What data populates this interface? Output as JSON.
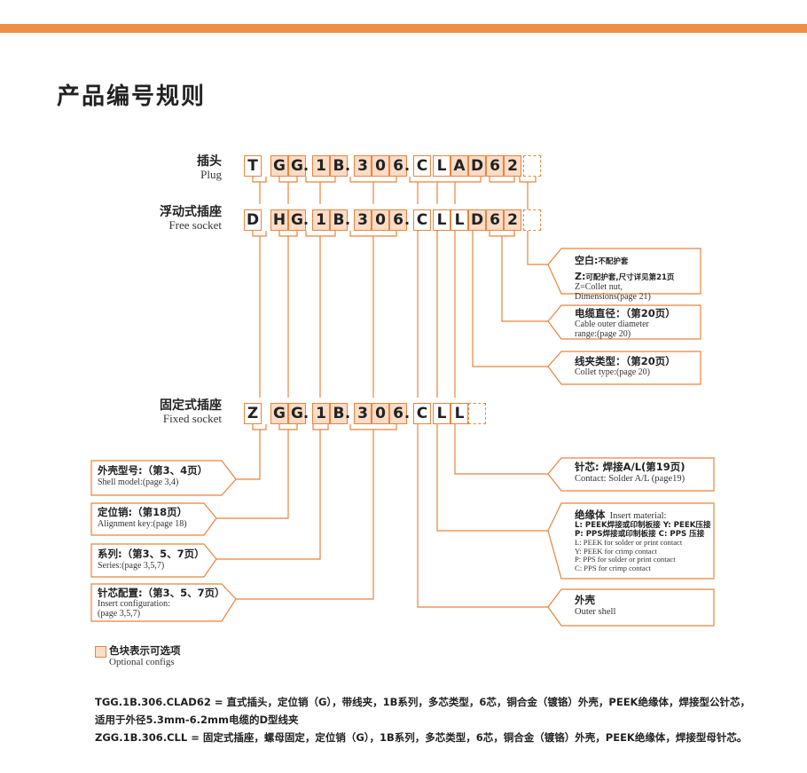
{
  "page": {
    "title": "产品编号规则",
    "accent": "#ee8f46",
    "optional_fill": "#fbdcc6"
  },
  "rows": {
    "plug": {
      "zh": "插头",
      "en": "Plug",
      "code": [
        "T",
        "G",
        "G",
        ".",
        "1",
        "B",
        ".",
        "3",
        "0",
        "6",
        ".",
        "C",
        "L",
        "A",
        "D",
        "6",
        "2",
        ""
      ]
    },
    "free": {
      "zh": "浮动式插座",
      "en": "Free socket",
      "code": [
        "D",
        "H",
        "G",
        ".",
        "1",
        "B",
        ".",
        "3",
        "0",
        "6",
        ".",
        "C",
        "L",
        "L",
        "D",
        "6",
        "2",
        ""
      ]
    },
    "fixed": {
      "zh": "固定式插座",
      "en": "Fixed socket",
      "code": [
        "Z",
        "G",
        "G",
        ".",
        "1",
        "B",
        ".",
        "3",
        "0",
        "6",
        ".",
        "C",
        "L",
        "L",
        ""
      ]
    }
  },
  "right_boxes": {
    "nut": {
      "zh_a": "空白:",
      "zh_a_small": "不配护套",
      "zh_b": "Z:",
      "zh_b_small": "可配护套,尺寸详见第21页",
      "en1": "Z=Collet nut,",
      "en2": "Dimensions(page 21)"
    },
    "cable": {
      "zh": "电缆直径：（第20页）",
      "en1": "Cable outer diameter",
      "en2": "range:(page 20)"
    },
    "collet": {
      "zh": "线夹类型：（第20页）",
      "en1": "Collet type:(page 20)"
    },
    "contact": {
      "zh": "针芯: 焊接A/L(第19页)",
      "en1": "Contact:  Solder A/L (page19)"
    },
    "insulator": {
      "zh": "绝缘体",
      "en_title": "Insert material:",
      "line1": "L: PEEK焊接或印制板接   Y: PEEK压接",
      "line2": "P: PPS焊接或印制板接     C: PPS 压接",
      "line3": "L: PEEK  for solder or print contact",
      "line4": "Y: PEEK  for crimp contact",
      "line5": "P: PPS  for solder or print contact",
      "line6": "C: PPS  for crimp contact"
    },
    "shell": {
      "zh": "外壳",
      "en1": "Outer shell"
    }
  },
  "left_boxes": {
    "shell_model": {
      "zh": "外壳型号:（第3、4页）",
      "en1": "Shell model:(page 3,4)"
    },
    "key": {
      "zh": "定位销:（第18页）",
      "en1": "Alignment key:(page 18)"
    },
    "series": {
      "zh": "系列:（第3、5、7页）",
      "en1": "Series:(page 3,5,7)"
    },
    "insert_cfg": {
      "zh": "针芯配置:（第3、5、7页）",
      "en1": "Insert configuration:",
      "en2": "(page 3,5,7)"
    }
  },
  "legend": {
    "zh": "色块表示可选项",
    "en": "Optional configs"
  },
  "notes": {
    "line1": "TGG.1B.306.CLAD62 = 直式插头，定位销（G），带线夹，1B系列，多芯类型，6芯，铜合金（镀铬）外壳，PEEK绝缘体，焊接型公针芯，",
    "line2": "适用于外径5.3mm-6.2mm电缆的D型线夹",
    "line3": "ZGG.1B.306.CLL = 固定式插座，螺母固定，定位销（G），1B系列，多芯类型，6芯，铜合金（镀铬）外壳，PEEK绝缘体，焊接型母针芯。"
  }
}
